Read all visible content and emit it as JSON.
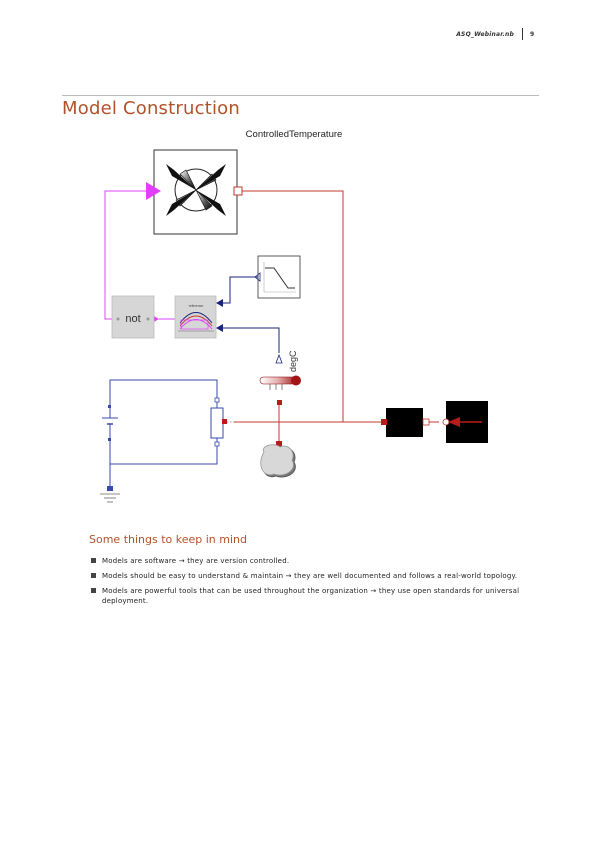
{
  "header": {
    "doc_name": "ASQ_Webinar.nb",
    "page_number": "9"
  },
  "page_title": "Model Construction",
  "diagram": {
    "title": "ControlledTemperature",
    "not_label": "not",
    "reference_label": "reference",
    "unit_label": "degC"
  },
  "section": {
    "title": "Some things to keep in mind",
    "bullets": [
      "Models are software → they are version controlled.",
      "Models should be easy to understand & maintain → they are well documented and follows a real-world topology.",
      "Models are powerful tools that can be used throughout the organization → they use open standards for universal deployment."
    ]
  },
  "colors": {
    "title": "#b2522a",
    "thermal_wire": "#c0392b",
    "signal_wire": "#1a237e",
    "boolean_wire": "#e040fb",
    "electric_wire": "#3949ab"
  }
}
